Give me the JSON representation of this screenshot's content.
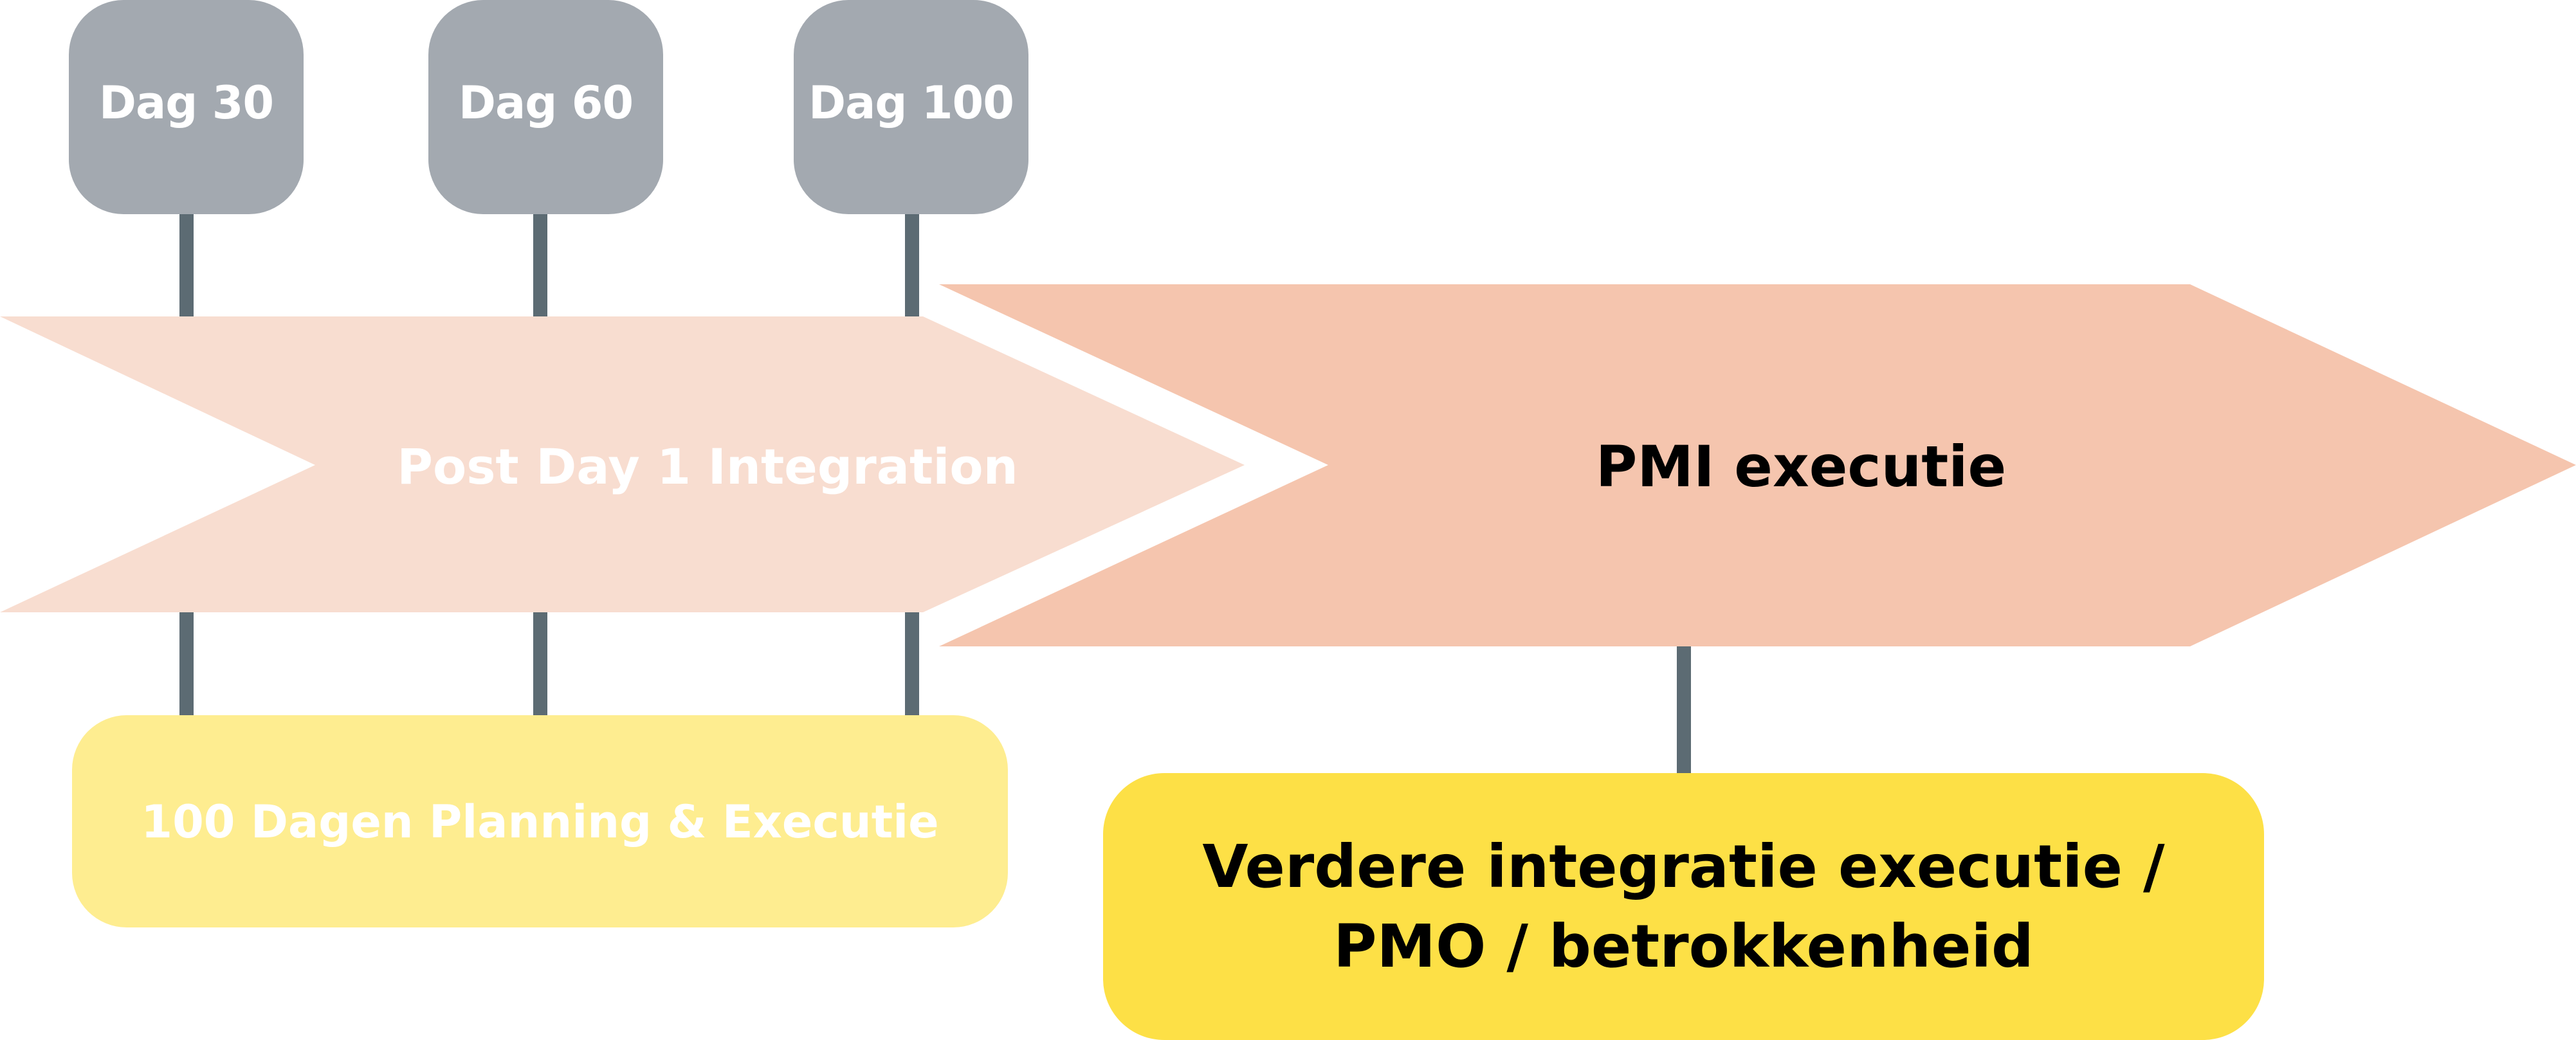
{
  "milestones": [
    {
      "label": "Dag 30"
    },
    {
      "label": "Dag 60"
    },
    {
      "label": "Dag 100"
    }
  ],
  "phases": {
    "post_day1": "Post Day 1 Integration",
    "pmi": "PMI executie"
  },
  "boxes": {
    "planning": "100 Dagen Planning & Executie",
    "further_line1": "Verdere integratie executie /",
    "further_line2": "PMO / betrokkenheid"
  },
  "colors": {
    "milestone_box": "#a3a9b0",
    "connector": "#5c6b73",
    "phase1_arrow": "#f8ddd0",
    "phase2_arrow": "#f5c5ae",
    "planning_box": "#feed90",
    "further_box": "#fde046"
  }
}
